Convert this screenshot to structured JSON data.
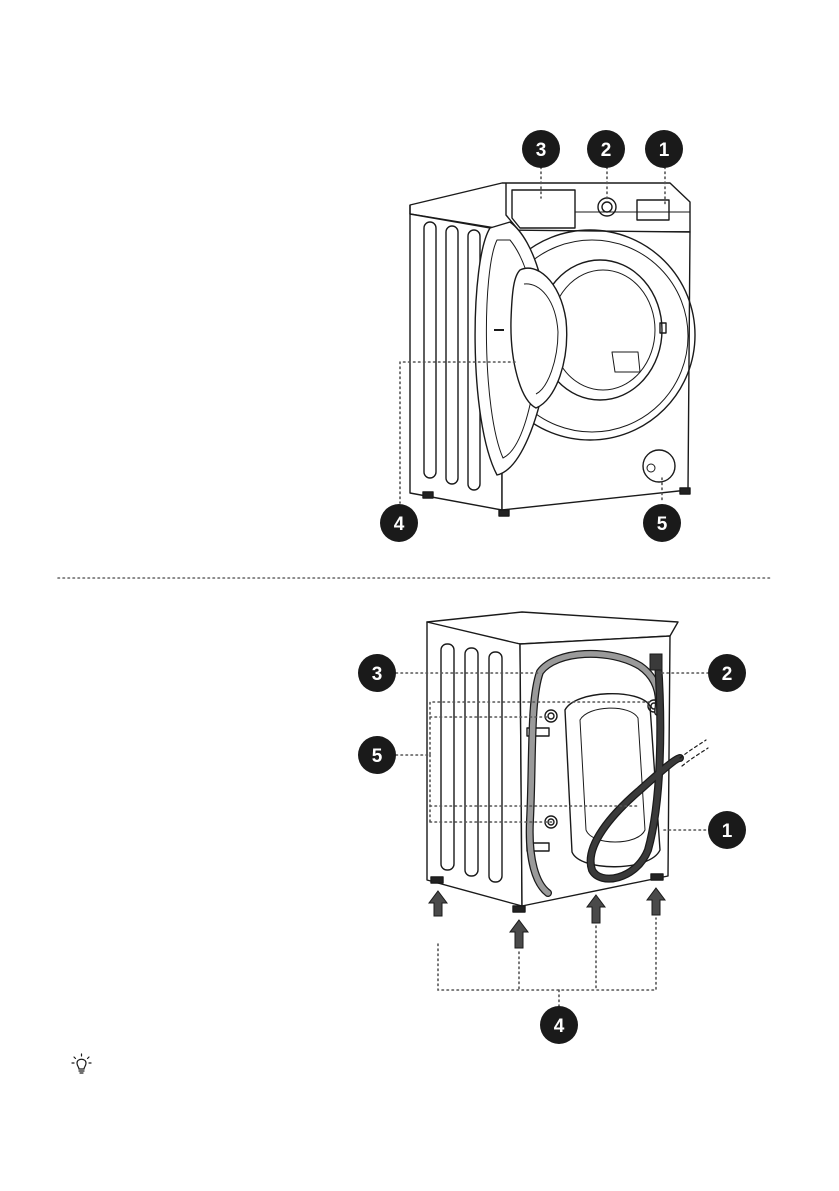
{
  "front_view": {
    "callouts": [
      {
        "id": "front-callout-1",
        "label": "1"
      },
      {
        "id": "front-callout-2",
        "label": "2"
      },
      {
        "id": "front-callout-3",
        "label": "3"
      },
      {
        "id": "front-callout-4",
        "label": "4"
      },
      {
        "id": "front-callout-5",
        "label": "5"
      }
    ]
  },
  "back_view": {
    "callouts": [
      {
        "id": "back-callout-1",
        "label": "1"
      },
      {
        "id": "back-callout-2",
        "label": "2"
      },
      {
        "id": "back-callout-3",
        "label": "3"
      },
      {
        "id": "back-callout-4",
        "label": "4"
      },
      {
        "id": "back-callout-5",
        "label": "5"
      }
    ]
  },
  "tip": {
    "icon": "lightbulb-icon"
  },
  "colors": {
    "badge": "#1a1a1a",
    "line": "#1a1a1a",
    "dotted": "#555555",
    "hose_light": "#9a9a9a",
    "hose_dark": "#3a3a3a",
    "arrow": "#4a4a4a"
  }
}
